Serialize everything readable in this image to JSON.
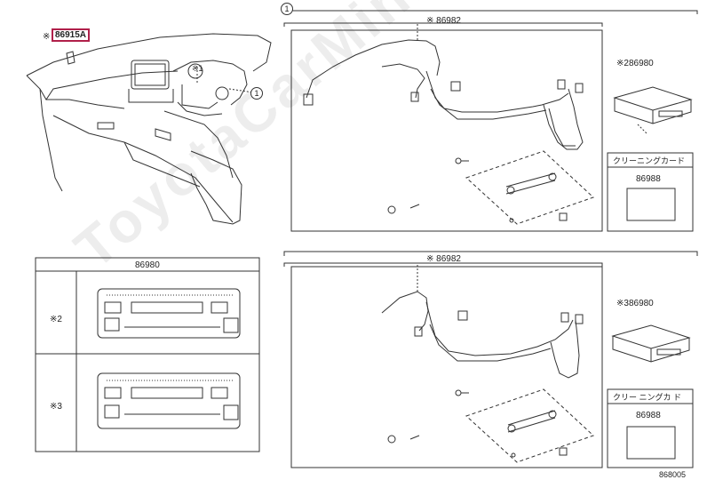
{
  "callouts": {
    "ref_part": "※ 86915A",
    "ref_mark": "※",
    "ref_number": "86915A",
    "circle_1": "1",
    "dash_ref": "※1"
  },
  "panels": {
    "top_right": {
      "circle": "1",
      "harness": "※ 86982",
      "unit": "※286980",
      "card_title": "クリーニングカード",
      "card_number": "86988"
    },
    "bottom_left": {
      "title": "86980",
      "row1": "※2",
      "row2": "※3"
    },
    "bottom_right": {
      "harness": "※ 86982",
      "unit": "※386980",
      "card_title": "クリー ニングカ ド",
      "card_number": "86988",
      "code": "868005"
    }
  },
  "watermark": "ToyotaCarMinion"
}
